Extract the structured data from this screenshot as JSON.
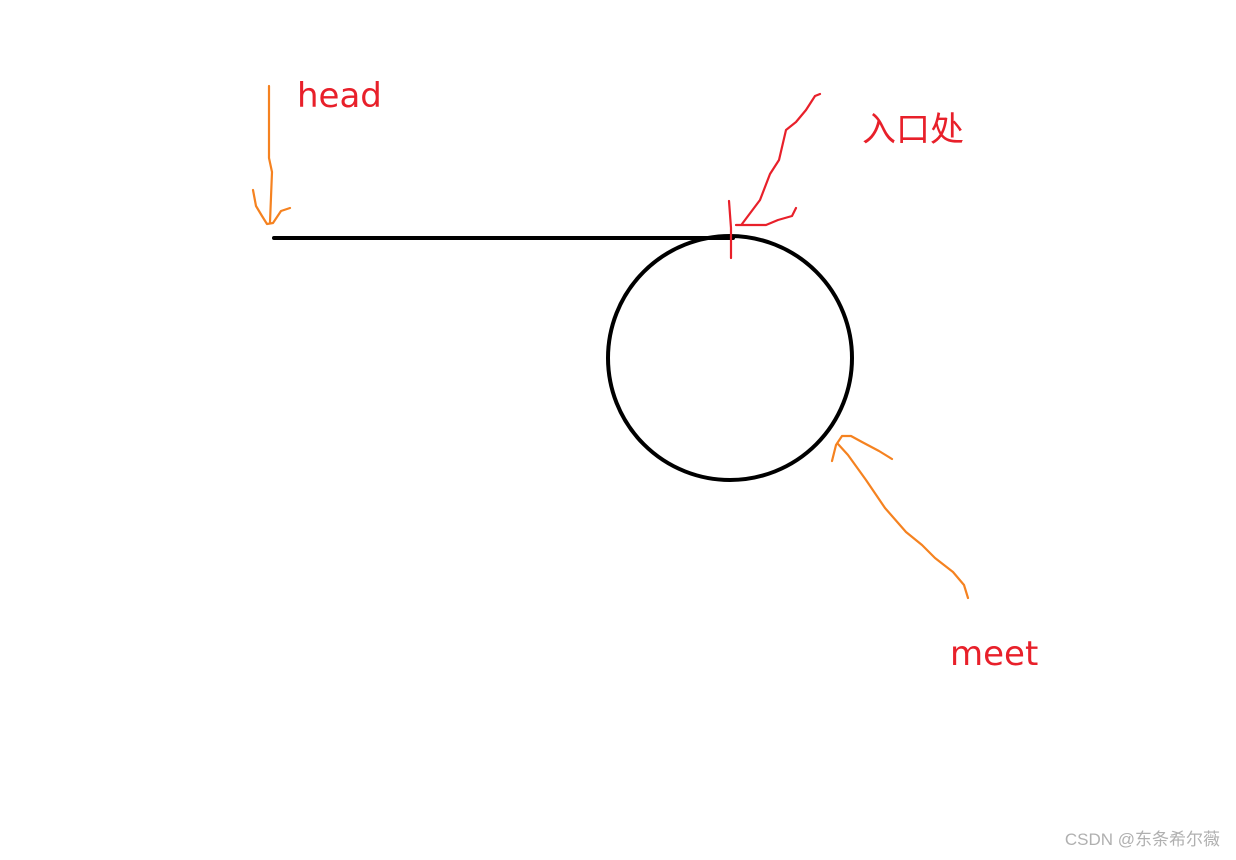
{
  "labels": {
    "head": "head",
    "entrance": "入口处",
    "meet": "meet"
  },
  "watermark": "CSDN @东条希尔薇",
  "colors": {
    "background": "#ffffff",
    "diagram_stroke": "#000000",
    "label_text": "#e8202a",
    "arrow_stroke": "#f58220",
    "marker_stroke": "#e8202a",
    "watermark_text": "#b0b0b0"
  }
}
